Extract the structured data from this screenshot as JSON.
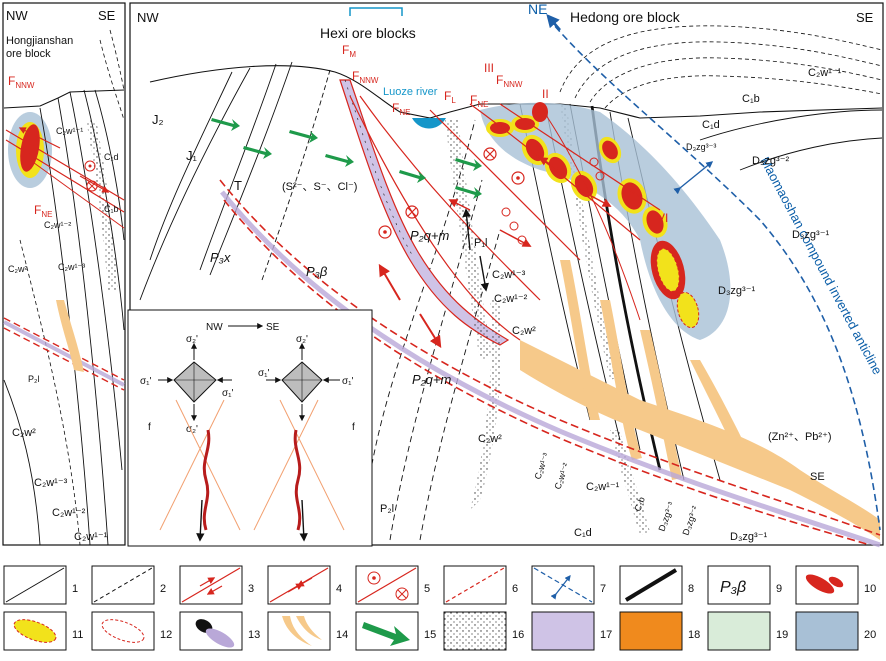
{
  "left_panel": {
    "nw": "NW",
    "se": "SE",
    "block_line1": "Hongjianshan",
    "block_line2": "ore block",
    "fault_nnw": "Fₙₙw",
    "fault_nnw_main": "F",
    "fault_nnw_sub": "NNW",
    "fault_ne_main": "F",
    "fault_ne_sub": "NE",
    "strata": [
      "C₂w¹⁻¹",
      "C₂w¹⁻²",
      "C₂w¹⁻³",
      "C₂w²",
      "P₂l",
      "C₁d",
      "C₁b"
    ]
  },
  "main_panel": {
    "nw": "NW",
    "se": "SE",
    "hexi": "Hexi ore blocks",
    "hedong": "Hedong ore block",
    "ne_arrow": "NE",
    "river": "Luoze river",
    "anticline": "Maomaoshan compound inverted anticline",
    "ions_top": "(S²⁻、S⁻、Cl⁻)",
    "ions_bottom": "(Zn²⁺、Pb²⁺)",
    "se_label": "SE",
    "roman": [
      "III",
      "II",
      "VI"
    ],
    "faults": {
      "fm_main": "F",
      "fm_sub": "M",
      "fnnw_main": "F",
      "fnnw_sub": "NNW",
      "fne_main": "F",
      "fne_sub": "NE",
      "fl_main": "F",
      "fl_sub": "L",
      "fne2_main": "F",
      "fne2_sub": "NE",
      "fnnw2_main": "F",
      "fnnw2_sub": "NNW"
    },
    "strata": {
      "j2": "J₂",
      "j1": "J₁",
      "t": "T",
      "p3x": "P₃x",
      "p3b": "P₃β",
      "p2qm": "P₂q+m",
      "p2qm2": "P₂q+m",
      "p1l": "P₁l",
      "c2w13": "C₂w¹⁻³",
      "c2w12": "C₂w¹⁻²",
      "c2w2": "C₂w²",
      "c2w2b": "C₂w²",
      "p2l": "P₂l",
      "c2w11b": "C₂w¹⁻¹",
      "c2w12b": "C₂w¹⁻²",
      "c2w13b": "C₂w¹⁻³",
      "c1d": "C₁d",
      "c1b": "C₁b",
      "d3zg32": "D₃zg³⁻²",
      "d3zg33": "D₃zg³⁻³",
      "d3zg31": "D₃zg³⁻¹",
      "d3zg31b": "D₃zg³⁻¹",
      "d3zg31c": "D₃zg³⁻¹",
      "c2w11top": "C₂w¹⁻¹",
      "c1btop": "C₁b",
      "c1dtop": "C₁d",
      "d3zg33top": "D₃zg³⁻³",
      "d3zg32top": "D₃zg³⁻²"
    }
  },
  "inset": {
    "direction_nw": "NW",
    "direction_se": "SE",
    "sigma1": "σ₁'",
    "sigma2": "σ₂'",
    "sigma3": "σ₃'",
    "f": "f"
  },
  "legend": {
    "numbers": [
      "1",
      "2",
      "3",
      "4",
      "5",
      "6",
      "7",
      "8",
      "9",
      "10",
      "11",
      "12",
      "13",
      "14",
      "15",
      "16",
      "17",
      "18",
      "19",
      "20"
    ],
    "symbol9_text": "P₃β",
    "colors": {
      "c17": "#cfc3e6",
      "c18": "#f08a1d",
      "c19": "#d9ecd9",
      "c20": "#a8c0d6",
      "ore_red": "#d7261e",
      "ore_yellow": "#f2e21b",
      "fluid_orange": "#f6c98a",
      "arrow_green": "#1e9a4a",
      "anticline_blue": "#1f5fa8"
    }
  }
}
